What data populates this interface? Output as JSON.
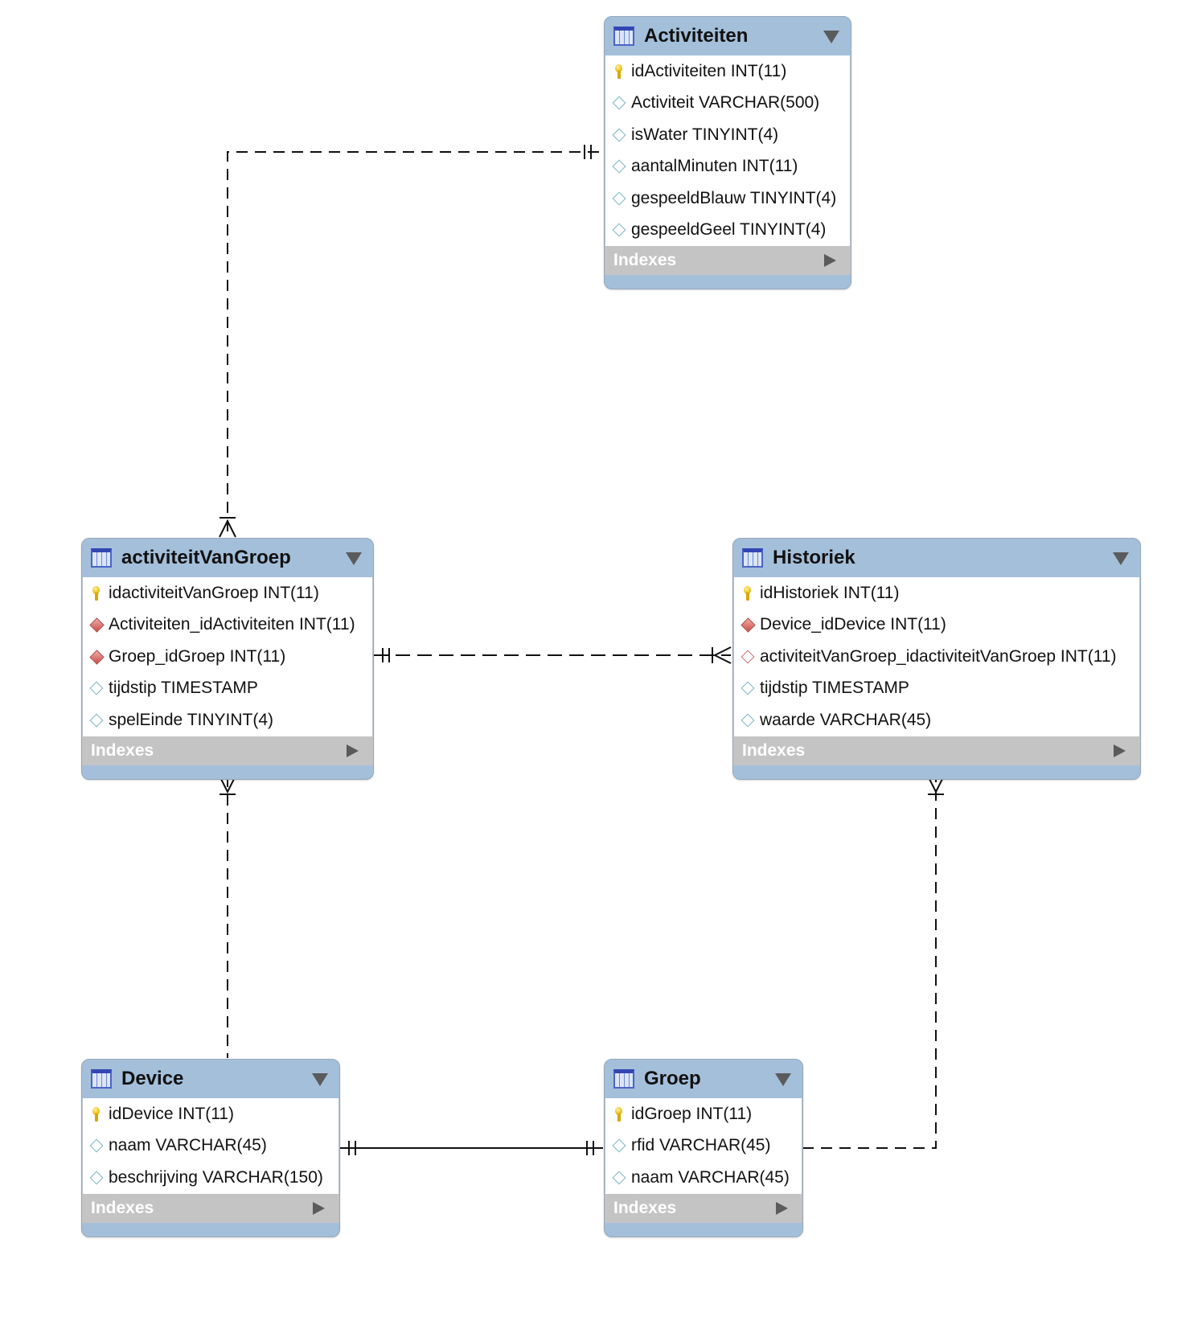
{
  "tables": {
    "activiteiten": {
      "name": "Activiteiten",
      "columns": [
        {
          "label": "idActiviteiten INT(11)",
          "kind": "pk"
        },
        {
          "label": "Activiteit VARCHAR(500)",
          "kind": "attr"
        },
        {
          "label": "isWater TINYINT(4)",
          "kind": "attr"
        },
        {
          "label": "aantalMinuten INT(11)",
          "kind": "attr"
        },
        {
          "label": "gespeeldBlauw TINYINT(4)",
          "kind": "attr"
        },
        {
          "label": "gespeeldGeel TINYINT(4)",
          "kind": "attr"
        }
      ],
      "indexes_label": "Indexes"
    },
    "activiteitVanGroep": {
      "name": "activiteitVanGroep",
      "columns": [
        {
          "label": "idactiviteitVanGroep INT(11)",
          "kind": "pk"
        },
        {
          "label": "Activiteiten_idActiviteiten INT(11)",
          "kind": "fk"
        },
        {
          "label": "Groep_idGroep INT(11)",
          "kind": "fk"
        },
        {
          "label": "tijdstip TIMESTAMP",
          "kind": "attr"
        },
        {
          "label": "spelEinde TINYINT(4)",
          "kind": "attr"
        }
      ],
      "indexes_label": "Indexes"
    },
    "historiek": {
      "name": "Historiek",
      "columns": [
        {
          "label": "idHistoriek INT(11)",
          "kind": "pk"
        },
        {
          "label": "Device_idDevice INT(11)",
          "kind": "fk"
        },
        {
          "label": "activiteitVanGroep_idactiviteitVanGroep INT(11)",
          "kind": "nnfk"
        },
        {
          "label": "tijdstip TIMESTAMP",
          "kind": "attr"
        },
        {
          "label": "waarde VARCHAR(45)",
          "kind": "attr"
        }
      ],
      "indexes_label": "Indexes"
    },
    "device": {
      "name": "Device",
      "columns": [
        {
          "label": "idDevice INT(11)",
          "kind": "pk"
        },
        {
          "label": "naam VARCHAR(45)",
          "kind": "attr"
        },
        {
          "label": "beschrijving VARCHAR(150)",
          "kind": "attr"
        }
      ],
      "indexes_label": "Indexes"
    },
    "groep": {
      "name": "Groep",
      "columns": [
        {
          "label": "idGroep INT(11)",
          "kind": "pk"
        },
        {
          "label": "rfid VARCHAR(45)",
          "kind": "attr"
        },
        {
          "label": "naam VARCHAR(45)",
          "kind": "attr"
        }
      ],
      "indexes_label": "Indexes"
    }
  },
  "colors": {
    "header": "#a4bfda",
    "indexes_bar": "#c4c4c4",
    "connector": "#111111"
  }
}
